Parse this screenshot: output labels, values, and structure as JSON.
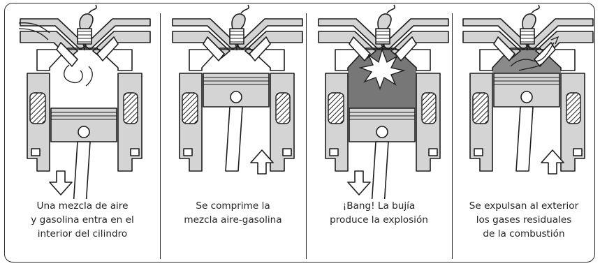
{
  "stages": [
    {
      "caption": "Una mezcla de aire\ny gasolina entra en el\ninterior del cilindro",
      "chamber": "intake"
    },
    {
      "caption": "Se comprime la\nmezcla aire-gasolina",
      "chamber": "compression"
    },
    {
      "caption": "¡Bang! La bujía\nproduce la explosión",
      "chamber": "combustion"
    },
    {
      "caption": "Se expulsan al exterior\nlos gases residuales\nde la combustión",
      "chamber": "exhaust"
    }
  ],
  "colors": {
    "metal": "#d4d4d4",
    "ink": "#1e1e1e",
    "burning_gas": "#777777",
    "exhaust_gas": "#8a8a8a",
    "hatch": "#1e1e1e"
  },
  "icons": [
    "spark-plug-icon",
    "intake-valve-icon",
    "exhaust-valve-icon",
    "piston-icon",
    "connecting-rod-icon",
    "arrow-up-icon",
    "arrow-down-icon"
  ]
}
